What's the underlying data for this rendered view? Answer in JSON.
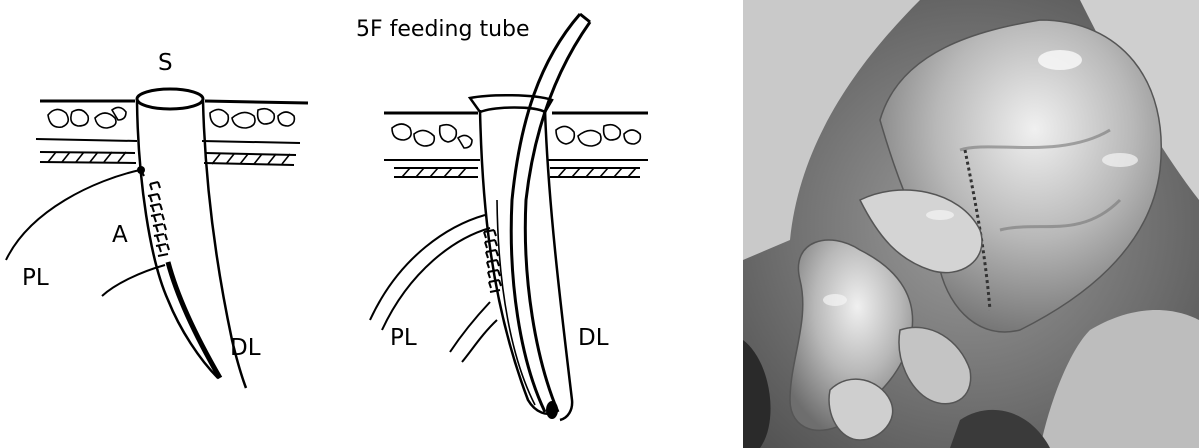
{
  "panel_a": {
    "label_stoma": "S",
    "label_anastomosis": "A",
    "label_proximal_limb": "PL",
    "label_distal_limb": "DL"
  },
  "panel_b": {
    "label_feeding_tube": "5F feeding tube",
    "label_proximal_limb": "PL",
    "label_distal_limb": "DL"
  },
  "colors": {
    "ink": "#000000",
    "photo_light": "#d8d8d8",
    "photo_mid": "#9a9a9a",
    "photo_dark": "#2a2a2a"
  }
}
